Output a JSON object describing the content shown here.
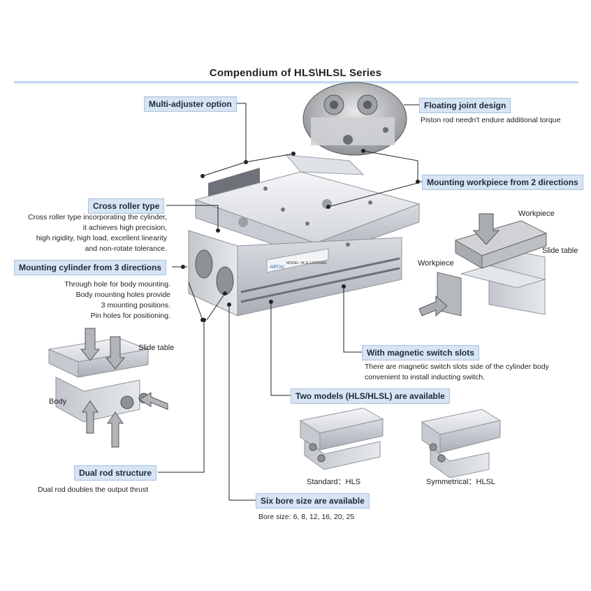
{
  "title": "Compendium of HLS\\HLSL Series",
  "features": {
    "multi_adjuster": "Multi-adjuster option",
    "floating_joint": "Floating joint design",
    "floating_joint_desc": "Piston rod needn't endure additional torque",
    "mounting_workpiece": "Mounting workpiece from 2 directions",
    "cross_roller": "Cross roller type",
    "cross_roller_desc": [
      "Cross roller type incorporating the cylinder,",
      "it achieves high precision,",
      "high rigidity, high load, excellent linearity",
      "and non-rotate tolerance."
    ],
    "mounting_cylinder": "Mounting cylinder from 3 directions",
    "mounting_cylinder_desc": [
      "Through hole for body mounting.",
      "Body mounting holes provide",
      "3 mounting positions.",
      "Pin holes for positioning."
    ],
    "magnetic_switch": "With magnetic switch slots",
    "magnetic_switch_desc": [
      "There are magnetic switch slots side of the cylinder body",
      "convenient to install inducting switch."
    ],
    "two_models": "Two models (HLS/HLSL) are available",
    "dual_rod": "Dual rod structure",
    "dual_rod_desc": "Dual rod doubles the output thrust",
    "six_bore": "Six bore size are available",
    "six_bore_desc": "Bore size: 6, 8, 12, 16, 20, 25"
  },
  "callouts": {
    "workpiece_top": "Workpiece",
    "slide_table_right": "Slide table",
    "workpiece_left": "Workpiece",
    "slide_table_left": "Slide table",
    "body": "Body"
  },
  "models": {
    "standard": "Standard：HLS",
    "symmetrical": "Symmetrical：HLSL"
  },
  "product_marking": {
    "brand": "AIRTAC",
    "model": "MODEL: HLSL12X30SAS"
  }
}
